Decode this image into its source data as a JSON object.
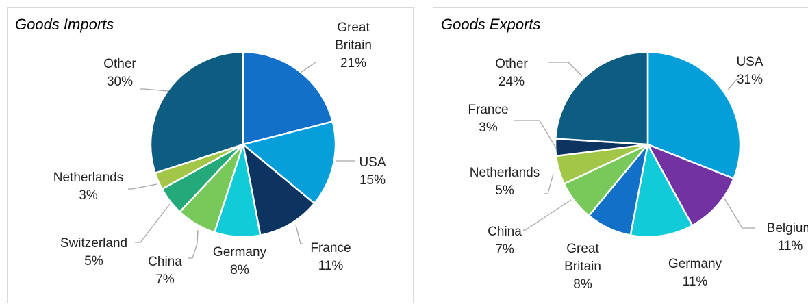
{
  "chart_data": [
    {
      "type": "pie",
      "title": "Goods Imports",
      "slices": [
        {
          "label": "Great Britain",
          "value": 21,
          "display": "21%",
          "color": "#1270c8"
        },
        {
          "label": "USA",
          "value": 15,
          "display": "15%",
          "color": "#069fd9"
        },
        {
          "label": "France",
          "value": 11,
          "display": "11%",
          "color": "#0d3461"
        },
        {
          "label": "Germany",
          "value": 8,
          "display": "8%",
          "color": "#12cbd8"
        },
        {
          "label": "China",
          "value": 7,
          "display": "7%",
          "color": "#78c85a"
        },
        {
          "label": "Switzerland",
          "value": 5,
          "display": "5%",
          "color": "#23a97a"
        },
        {
          "label": "Netherlands",
          "value": 3,
          "display": "3%",
          "color": "#a2c648"
        },
        {
          "label": "Other",
          "value": 30,
          "display": "30%",
          "color": "#0d5d82"
        }
      ]
    },
    {
      "type": "pie",
      "title": "Goods Exports",
      "slices": [
        {
          "label": "USA",
          "value": 31,
          "display": "31%",
          "color": "#049fd9"
        },
        {
          "label": "Belgium",
          "value": 11,
          "display": "11%",
          "color": "#7232a2"
        },
        {
          "label": "Germany",
          "value": 11,
          "display": "11%",
          "color": "#12cbd8"
        },
        {
          "label": "Great Britain",
          "value": 8,
          "display": "8%",
          "color": "#1270c8"
        },
        {
          "label": "China",
          "value": 7,
          "display": "7%",
          "color": "#78c85a"
        },
        {
          "label": "Netherlands",
          "value": 5,
          "display": "5%",
          "color": "#a2c648"
        },
        {
          "label": "France",
          "value": 3,
          "display": "3%",
          "color": "#0d3461"
        },
        {
          "label": "Other",
          "value": 24,
          "display": "24%",
          "color": "#0d5d82"
        }
      ]
    }
  ]
}
